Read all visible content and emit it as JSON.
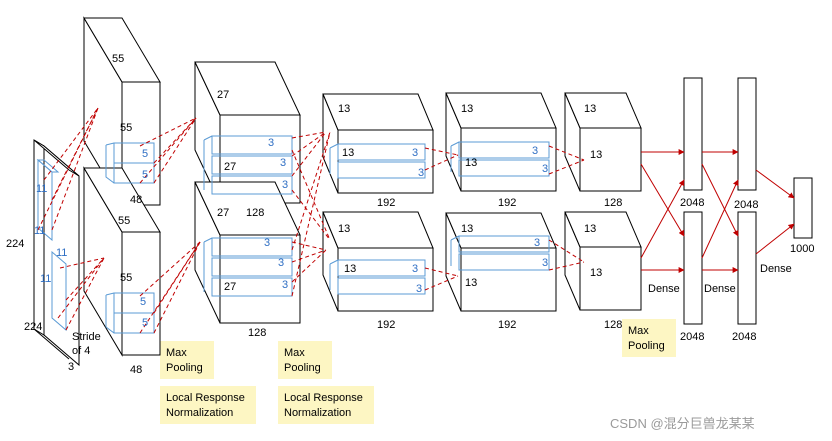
{
  "input": {
    "size": "224",
    "size_bottom": "224",
    "kernel": "11",
    "stride_line1": "Stride",
    "stride_line2": "of 4",
    "channels": "3"
  },
  "conv1": {
    "size": "55",
    "kernel": "5",
    "depth": "48"
  },
  "conv2": {
    "size": "27",
    "kernel": "3",
    "depth": "128"
  },
  "conv3": {
    "size": "13",
    "kernel": "3",
    "depth": "192"
  },
  "conv4": {
    "size": "13",
    "kernel": "3",
    "depth": "192"
  },
  "conv5": {
    "size": "13",
    "depth": "128"
  },
  "dense": {
    "label": "Dense",
    "units": "2048",
    "output": "1000"
  },
  "notes": {
    "max_pool_1": "Max",
    "max_pool_2": "Pooling",
    "lrn_1": "Local Response",
    "lrn_2": "Normalization"
  },
  "colors": {
    "annotation_bg": "#fdf6c3",
    "red": "#c00000",
    "blue": "#5b9bd5"
  },
  "watermark": "CSDN @混分巨兽龙某某"
}
